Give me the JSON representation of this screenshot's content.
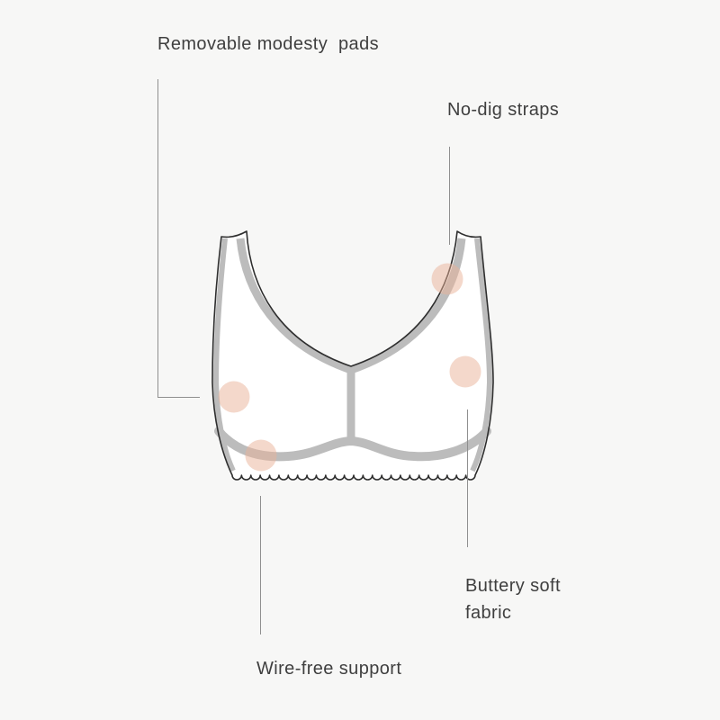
{
  "colors": {
    "background": "#f7f7f6",
    "fabric": "#ffffff",
    "outline": "#2e2e2e",
    "trim": "#bcbcbc",
    "feature_dot": "#e9b197",
    "leader_line": "#8f8f8f",
    "text": "#3f3f3f"
  },
  "diagram": {
    "callouts": [
      {
        "id": "removable-modesty-pads",
        "label": "Removable modesty  pads"
      },
      {
        "id": "no-dig-straps",
        "label": "No-dig straps"
      },
      {
        "id": "buttery-soft-fabric",
        "label": "Buttery soft fabric"
      },
      {
        "id": "wire-free-support",
        "label": "Wire-free support"
      }
    ]
  }
}
